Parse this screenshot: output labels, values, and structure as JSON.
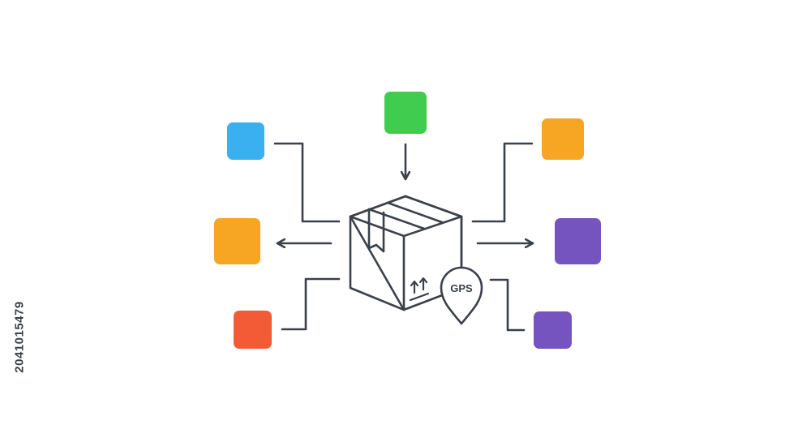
{
  "stock_id": "204101547​9",
  "gps_label": "GPS",
  "colors": {
    "line": "#3b4049",
    "blue": "#3ab0f0",
    "green": "#3fcc4f",
    "orange": "#f6a623",
    "purple": "#7654bf",
    "red": "#f35b37"
  },
  "nodes": [
    {
      "name": "node-blue-top-left",
      "color_key": "blue"
    },
    {
      "name": "node-green-top",
      "color_key": "green"
    },
    {
      "name": "node-orange-top-right",
      "color_key": "orange"
    },
    {
      "name": "node-orange-left",
      "color_key": "orange"
    },
    {
      "name": "node-purple-right",
      "color_key": "purple"
    },
    {
      "name": "node-red-bottom-left",
      "color_key": "red"
    },
    {
      "name": "node-purple-bottom-right",
      "color_key": "purple"
    }
  ]
}
